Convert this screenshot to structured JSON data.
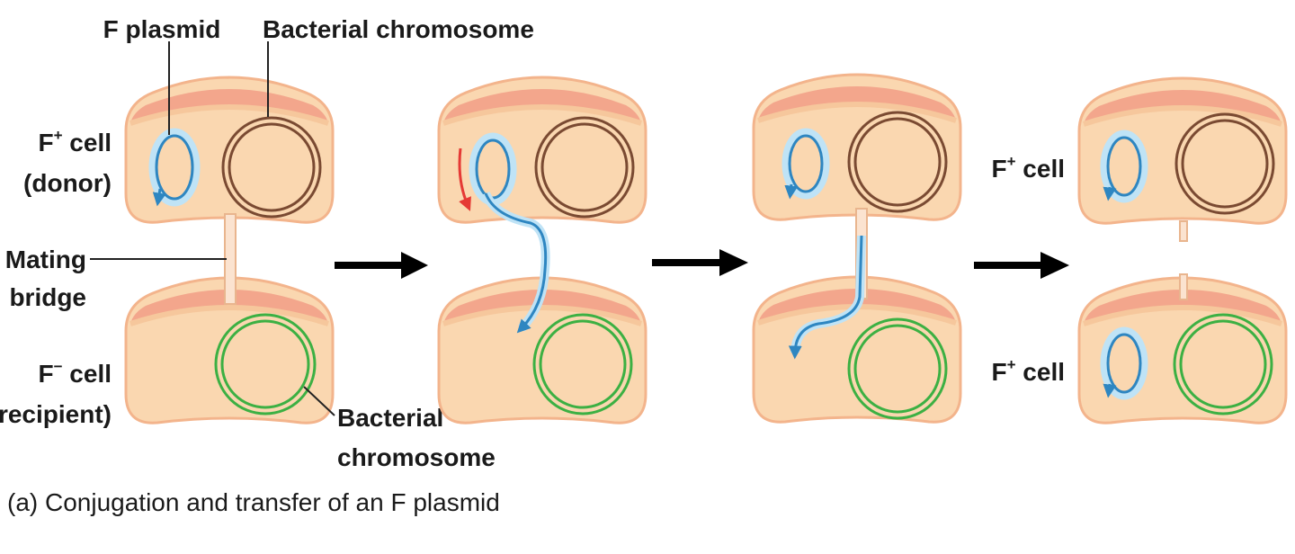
{
  "labels": {
    "f_plasmid": "F plasmid",
    "bacterial_chromosome_top": "Bacterial chromosome",
    "donor_line1": "F",
    "donor_sup": "+",
    "donor_line1_rest": " cell",
    "donor_line2": "(donor)",
    "mating_line1": "Mating",
    "mating_line2": "bridge",
    "recipient_line1": "F",
    "recipient_sup": "−",
    "recipient_line1_rest": " cell",
    "recipient_line2": "(recipient)",
    "bacterial_chromosome_line1": "Bacterial",
    "bacterial_chromosome_line2": "chromosome",
    "result_top": "F",
    "result_top_sup": "+",
    "result_top_rest": " cell",
    "result_bottom": "F",
    "result_bottom_sup": "+",
    "result_bottom_rest": " cell"
  },
  "caption": "(a) Conjugation and transfer of an F plasmid",
  "colors": {
    "cell_fill": "#fad7b0",
    "cell_edge": "#f3b48c",
    "membrane": "#f19e86",
    "plasmid": "#2e86c1",
    "plasmid_halo": "#bfe3f6",
    "chromosome_donor": "#7a4a32",
    "chromosome_recipient": "#3cb043",
    "rotation_arrow": "#e53935",
    "step_arrow": "#000000",
    "bridge": "#fbe3d0"
  }
}
